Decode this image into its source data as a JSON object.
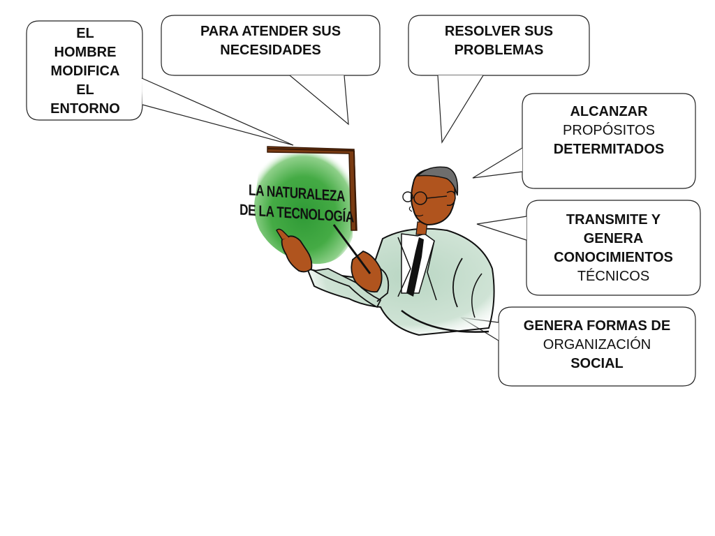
{
  "title": {
    "line1": "LA NATURALEZA",
    "line2": "DE LA TECNOLOGÍA"
  },
  "bubbles": {
    "entorno": {
      "l1": "EL",
      "l2": "HOMBRE",
      "l3": "MODIFICA",
      "l4": "EL",
      "l5": "ENTORNO"
    },
    "necesidades": {
      "l1": "PARA ATENDER SUS",
      "l2": "NECESIDADES"
    },
    "problemas": {
      "l1": "RESOLVER SUS",
      "l2": "PROBLEMAS"
    },
    "propositos": {
      "l1": "ALCANZAR",
      "l2": "PROPÓSITOS",
      "l3": "DETERMITADOS"
    },
    "conocimientos": {
      "l1": "TRANSMITE Y",
      "l2": "GENERA",
      "l3": "CONOCIMIENTOS",
      "l4": "TÉCNICOS"
    },
    "organizacion": {
      "l1": "GENERA FORMAS DE",
      "l2": "ORGANIZACIÓN",
      "l3": "SOCIAL"
    }
  },
  "colors": {
    "board_green": "#3fa642",
    "board_frame": "#7a3b12",
    "skin": "#b0541e",
    "suit": "#c5dccc",
    "outline": "#111111"
  }
}
